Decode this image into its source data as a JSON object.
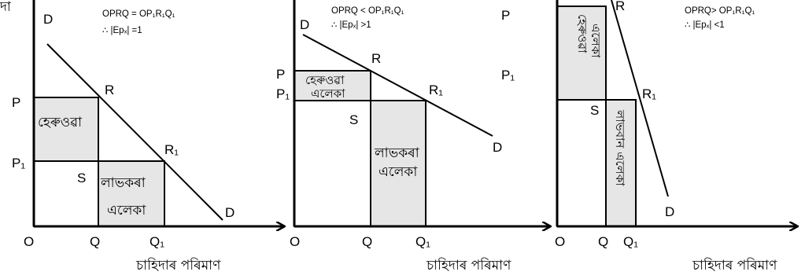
{
  "axis_y_top_label": "দা",
  "axis_x_label": "চাহিদাৰ পৰিমাণ",
  "colors": {
    "shade": "#e6e6e6",
    "line": "#000000"
  },
  "panel1": {
    "formula": "OPRQ = OP₁R₁Q₁",
    "elasticity": "∴ |Epₓ| =1",
    "D": "D",
    "R": "R",
    "R1": "R₁",
    "S": "S",
    "P": "P",
    "P1": "P₁",
    "O": "O",
    "Q": "Q",
    "Q1": "Q₁",
    "Dend": "D",
    "loss_area": "হেৰুওৱা",
    "gain_area_1": "লাভকৰা",
    "gain_area_2": "এলেকা"
  },
  "panel2": {
    "formula": "OPRQ < OP₁R₁Q₁",
    "elasticity": "∴ |Epₓ| >1",
    "D": "D",
    "R": "R",
    "R1": "R₁",
    "S": "S",
    "P": "P",
    "P1": "P₁",
    "P_right": "P",
    "P1_right": "P₁",
    "O": "O",
    "Q": "Q",
    "Q1": "Q₁",
    "Dend": "D",
    "loss_area_1": "হেৰুওৱা",
    "loss_area_2": "এলেকা",
    "gain_area_1": "লাভকৰা",
    "gain_area_2": "এলেকা"
  },
  "panel3": {
    "formula": "OPRQ> OP₁R₁Q₁",
    "elasticity": "∴ |Epₓ| <1",
    "R": "R",
    "R1": "R₁",
    "S": "S",
    "O": "O",
    "Q": "Q",
    "Q1": "Q₁",
    "Dend": "D",
    "loss_area_1": "হেৰুওৱা",
    "loss_area_2": "এলেকা",
    "gain_area": "লাভবান এলেকা"
  }
}
